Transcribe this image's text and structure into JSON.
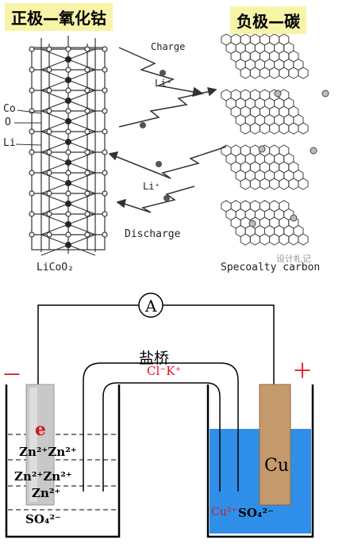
{
  "top": {
    "left_title": "正极—氧化钴",
    "right_title": "负极—碳",
    "charge_label": "Charge",
    "discharge_label": "Discharge",
    "li_ion_upper": "Li⁺",
    "li_ion_lower": "Li⁺",
    "atom_co": "Co",
    "atom_o": "O",
    "atom_li": "Li",
    "lattice_caption": "LiCoO₂",
    "carbon_caption": "Specoalty carbon",
    "watermark": "设计札记"
  },
  "bottom": {
    "ammeter": "A",
    "minus_sign": "－",
    "plus_sign": "＋",
    "salt_bridge": "盐桥",
    "bridge_ions": "Cl⁻K⁺",
    "electron": "e",
    "zn_ions": [
      "Zn²⁺Zn²⁺",
      "Zn²⁺Zn²⁺",
      "Zn²⁺"
    ],
    "left_so4": "SO₄²⁻",
    "cu_electrode": "Cu",
    "cu_ion": "Cu²⁺",
    "right_so4": "SO₄²⁻"
  },
  "colors": {
    "title_bg": "#f7f4a8",
    "solution_blue": "#2f8fe8",
    "copper": "#c49a6c",
    "zinc": "#c8c8c8",
    "red": "#e0141e"
  }
}
